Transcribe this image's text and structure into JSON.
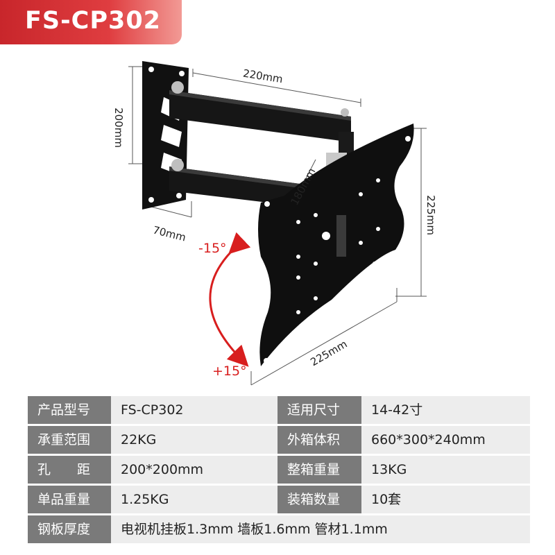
{
  "header": {
    "model": "FS-CP302"
  },
  "diagram": {
    "dimensions": {
      "arm_length": "220mm",
      "wall_plate_height": "200mm",
      "wall_plate_width": "70mm",
      "vesa_plate_height": "225mm",
      "vesa_plate_width": "225mm",
      "pivot": "180mm"
    },
    "tilt": {
      "up": "-15°",
      "down": "+15°"
    },
    "colors": {
      "tilt_arrow": "#d81e1e",
      "bracket": "#111111"
    }
  },
  "specs": {
    "rows": [
      {
        "label1": "产品型号",
        "value1": "FS-CP302",
        "label2": "适用尺寸",
        "value2": "14-42寸"
      },
      {
        "label1": "承重范围",
        "value1": "22KG",
        "label2": "外箱体积",
        "value2": "660*300*240mm"
      },
      {
        "label1": "孔　　距",
        "value1": "200*200mm",
        "label2": "整箱重量",
        "value2": "13KG"
      },
      {
        "label1": "单品重量",
        "value1": "1.25KG",
        "label2": "装箱数量",
        "value2": "10套"
      }
    ],
    "full_row": {
      "label": "钢板厚度",
      "value": "电视机挂板1.3mm 墙板1.6mm 管材1.1mm"
    }
  }
}
